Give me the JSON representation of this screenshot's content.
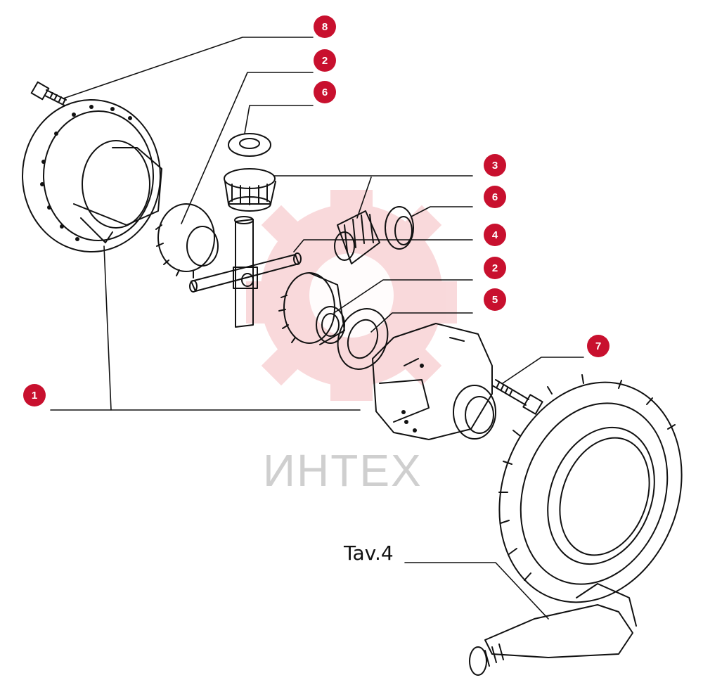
{
  "watermark": {
    "text": "ИНТЕХ",
    "color": "#e0343f"
  },
  "drawing_label": "Tav.4",
  "callout_color": "#c8102e",
  "callouts": [
    {
      "id": "8",
      "part": "bolt"
    },
    {
      "id": "2",
      "part": "side-gear"
    },
    {
      "id": "6",
      "part": "thrust-washer"
    },
    {
      "id": "3",
      "part": "planet-pinion"
    },
    {
      "id": "6",
      "part": "thrust-washer"
    },
    {
      "id": "4",
      "part": "cross-shaft"
    },
    {
      "id": "2",
      "part": "side-gear"
    },
    {
      "id": "5",
      "part": "side-gear-washer"
    },
    {
      "id": "7",
      "part": "ring-gear-bolt"
    },
    {
      "id": "1",
      "part": "differential-housing"
    }
  ]
}
